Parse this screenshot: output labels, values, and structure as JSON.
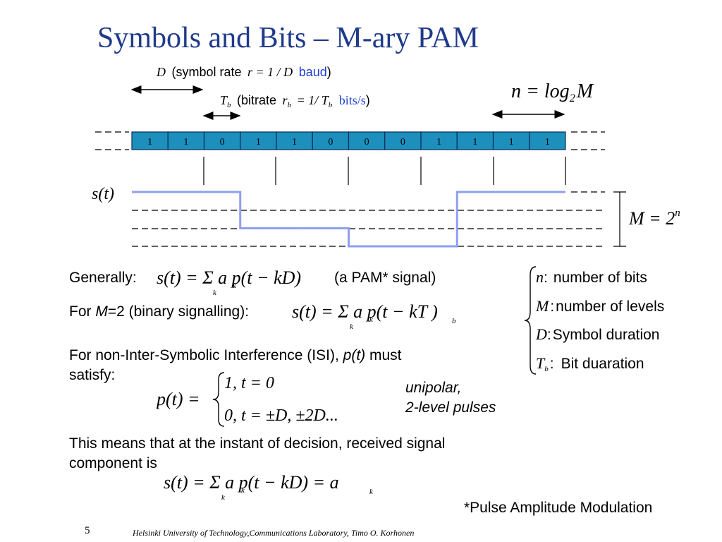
{
  "slide": {
    "title": "Symbols and Bits – M-ary PAM",
    "page_number": "5",
    "footer": "Helsinki University of Technology,Communications Laboratory, Timo O. Korhonen",
    "footnote": "*Pulse Amplitude Modulation"
  },
  "diagram": {
    "symbol_rate_var": "D",
    "symbol_rate_text": "(symbol rate",
    "symbol_rate_eq": "r = 1 / D",
    "symbol_rate_unit": "baud",
    "symbol_rate_close": ")",
    "bitrate_var": "T",
    "bitrate_var_sub": "b",
    "bitrate_text": "(bitrate",
    "bitrate_eq_r": "r",
    "bitrate_eq_rest": "= 1/ T",
    "bitrate_eq_sub": "b",
    "bitrate_unit": "bits/s",
    "bitrate_close": ")",
    "n_eq": "n = log",
    "n_eq_sub": "2",
    "n_eq_m": "M",
    "bits": [
      "1",
      "1",
      "0",
      "1",
      "1",
      "0",
      "0",
      "0",
      "1",
      "1",
      "1",
      "1"
    ],
    "st_label": "s(t)",
    "m_eq": "M = 2",
    "m_eq_sup": "n",
    "levels_per_symbol": [
      3,
      1,
      0,
      3
    ]
  },
  "text": {
    "generally_label": "Generally:",
    "generally_eq": "s(t) = Σ a p(t − kD)",
    "generally_note": "(a PAM* signal)",
    "binary_label_pre": "For ",
    "binary_label_m": "M",
    "binary_label_post": "=2 (binary signalling):",
    "binary_eq": "s(t) = Σ a p(t − kT )",
    "isi_line1": "For non-Inter-Symbolic Interference (ISI), ",
    "isi_pt": "p(t)",
    "isi_line1_end": " must",
    "isi_line2": "satisfy:",
    "pt_lhs": "p(t) =",
    "pt_case1": "1, t = 0",
    "pt_case2": "0, t = ±D, ±2D...",
    "unipolar_1": "unipolar,",
    "unipolar_2": "2-level pulses",
    "means_line1": "This means that at the instant of decision, received signal",
    "means_line2": "component is",
    "decision_eq": "s(t) = Σ a p(t − kD) = a",
    "legend": [
      {
        "var": "n",
        "sep": ":",
        "desc": "number of bits"
      },
      {
        "var": "M",
        "sep": ":",
        "desc": "number of levels"
      },
      {
        "var": "D",
        "sep": ":",
        "desc": "Symbol duration"
      },
      {
        "var": "T",
        "sub": "b",
        "sep": ":",
        "desc": "Bit duaration"
      }
    ]
  }
}
